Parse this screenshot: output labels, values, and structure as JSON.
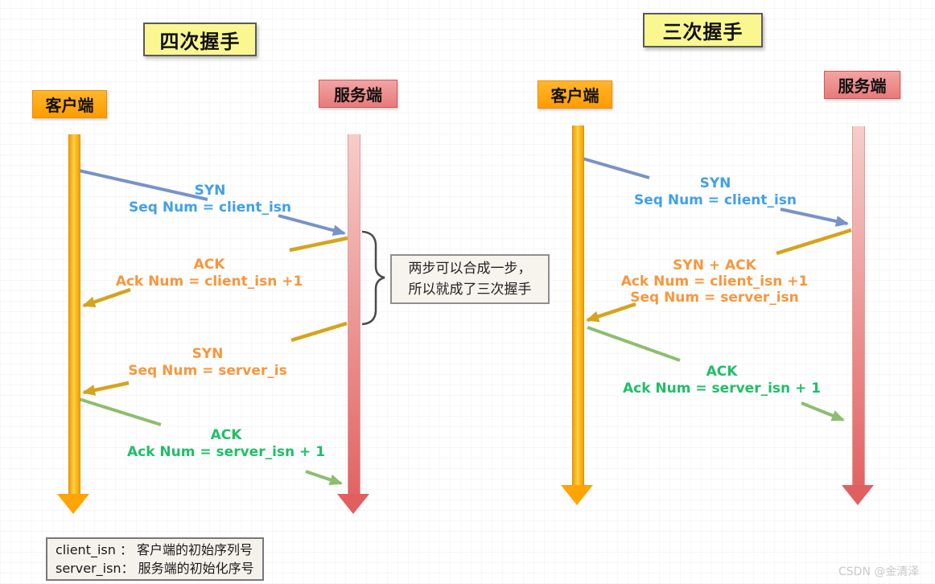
{
  "left_diagram": {
    "title": "四次握手",
    "client_label": "客户端",
    "server_label": "服务端",
    "messages": [
      {
        "name": "syn-1",
        "color": "#41A0E8",
        "lines": [
          "SYN",
          "Seq Num = client_isn"
        ]
      },
      {
        "name": "ack-1",
        "color": "#F8963C",
        "lines": [
          "ACK",
          "Ack Num =  client_isn +1"
        ]
      },
      {
        "name": "syn-2",
        "color": "#F8963C",
        "lines": [
          "SYN",
          "Seq Num = server_is"
        ]
      },
      {
        "name": "ack-2",
        "color": "#21BE68",
        "lines": [
          "ACK",
          "Ack Num = server_isn + 1"
        ]
      }
    ],
    "note_lines": [
      "两步可以合成一步，",
      "所以就成了三次握手"
    ]
  },
  "right_diagram": {
    "title": "三次握手",
    "client_label": "客户端",
    "server_label": "服务端",
    "messages": [
      {
        "name": "syn",
        "color": "#41A0E8",
        "lines": [
          "SYN",
          "Seq Num = client_isn"
        ]
      },
      {
        "name": "syn-ack",
        "color": "#F8963C",
        "lines": [
          "SYN + ACK",
          "Ack Num =  client_isn +1",
          "Seq Num = server_isn"
        ]
      },
      {
        "name": "ack",
        "color": "#21BE68",
        "lines": [
          "ACK",
          "Ack Num = server_isn + 1"
        ]
      }
    ]
  },
  "legend": {
    "lines": [
      "client_isn ：  客户端的初始序列号",
      "server_isn：  服务端的初始化序号"
    ]
  },
  "watermark": "CSDN @金清泽",
  "colors": {
    "blue_line": "#7793C8",
    "gold_line": "#D6A31C",
    "green_line": "#8CBE6E",
    "blue_text": "#41A0E8",
    "orange_text": "#F8963C",
    "green_text": "#21BE68",
    "client_bar": "#FFB020",
    "server_bar": "#E26464",
    "title_bg": "#FAF791"
  }
}
